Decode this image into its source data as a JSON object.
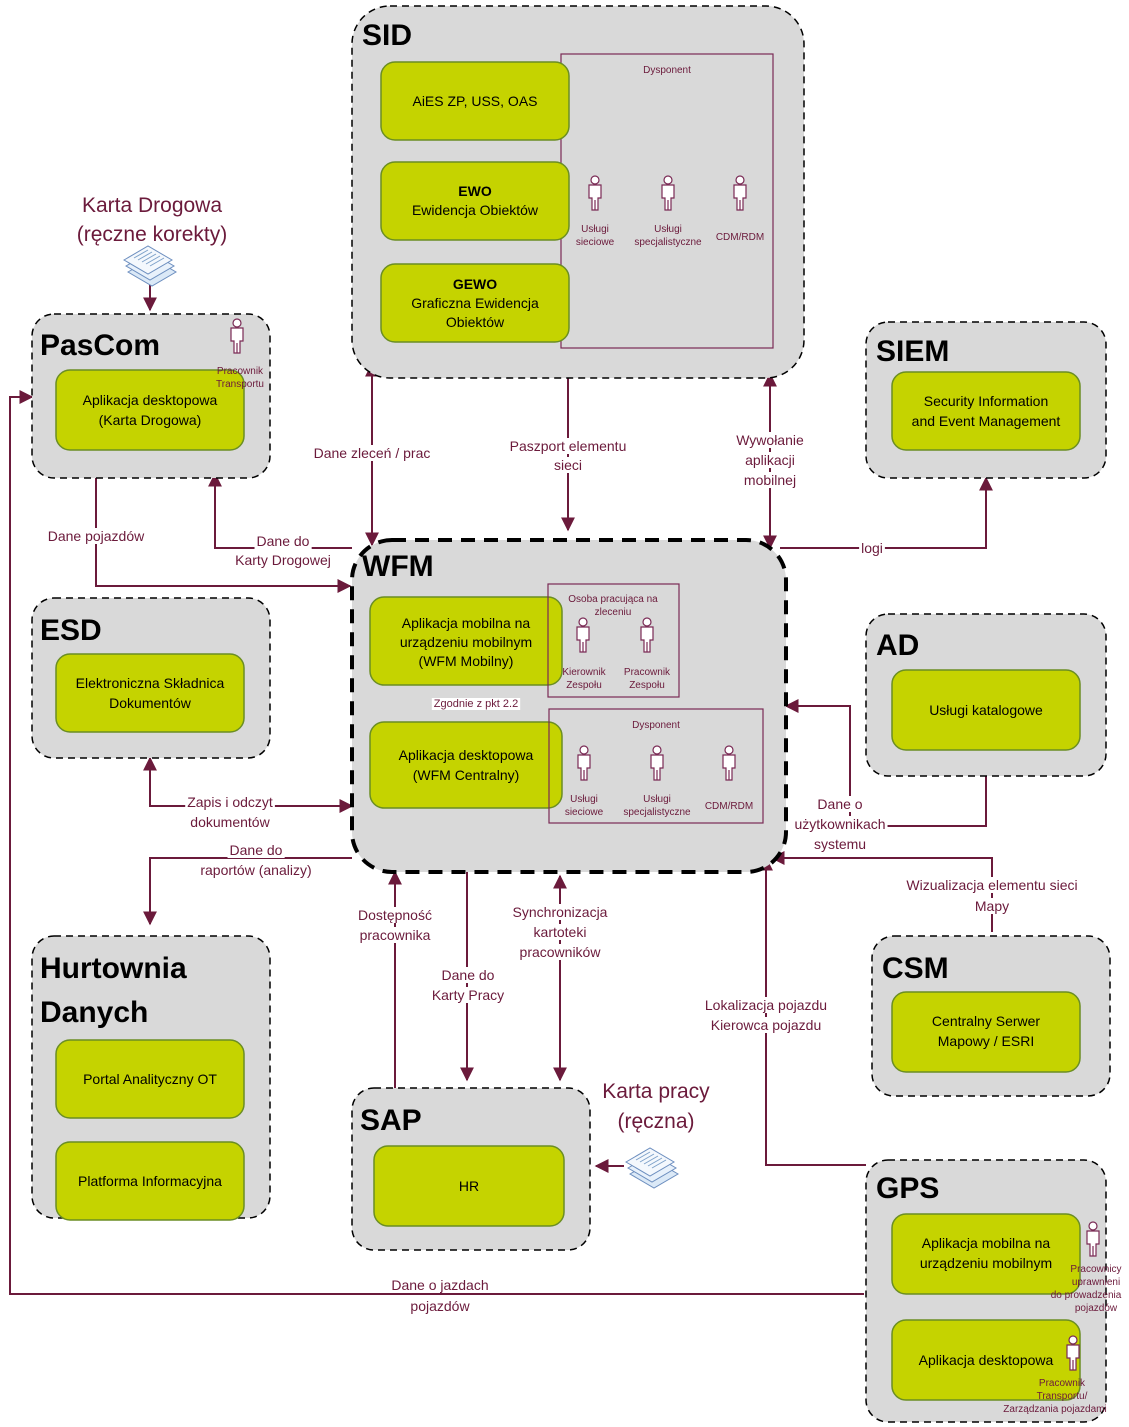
{
  "systems": {
    "sid": "SID",
    "pascom": "PasCom",
    "siem": "SIEM",
    "wfm": "WFM",
    "esd": "ESD",
    "ad": "AD",
    "hurtownia_line1": "Hurtownia",
    "hurtownia_line2": "Danych",
    "csm": "CSM",
    "sap": "SAP",
    "gps": "GPS"
  },
  "components": {
    "sid_aies": "AiES ZP, USS, OAS",
    "sid_ewo_bold": "EWO",
    "sid_ewo": "Ewidencja Obiektów",
    "sid_gewo_bold": "GEWO",
    "sid_gewo_l1": "Graficzna Ewidencja",
    "sid_gewo_l2": "Obiektów",
    "pascom_app_l1": "Aplikacja desktopowa",
    "pascom_app_l2": "(Karta Drogowa)",
    "siem_l1": "Security Information",
    "siem_l2": "and Event Management",
    "wfm_mobile_l1": "Aplikacja mobilna na",
    "wfm_mobile_l2": "urządzeniu mobilnym",
    "wfm_mobile_l3": "(WFM Mobilny)",
    "wfm_desktop_l1": "Aplikacja desktopowa",
    "wfm_desktop_l2": "(WFM Centralny)",
    "esd_l1": "Elektroniczna Składnica",
    "esd_l2": "Dokumentów",
    "ad_comp": "Usługi katalogowe",
    "hd_portal": "Portal Analityczny OT",
    "hd_platforma": "Platforma Informacyjna",
    "csm_l1": "Centralny Serwer",
    "csm_l2": "Mapowy / ESRI",
    "sap_hr": "HR",
    "gps_mobile_l1": "Aplikacja mobilna na",
    "gps_mobile_l2": "urządzeniu mobilnym",
    "gps_desktop": "Aplikacja desktopowa"
  },
  "roles": {
    "sid_frame": "Dysponent",
    "sid_r1_l1": "Usługi",
    "sid_r1_l2": "sieciowe",
    "sid_r2_l1": "Usługi",
    "sid_r2_l2": "specjalistyczne",
    "sid_r3": "CDM/RDM",
    "pascom_r_l1": "Pracownik",
    "pascom_r_l2": "Transportu",
    "wfm_top_frame_l1": "Osoba pracująca na",
    "wfm_top_frame_l2": "zleceniu",
    "wfm_r1_l1": "Kierownik",
    "wfm_r1_l2": "Zespołu",
    "wfm_r2_l1": "Pracownik",
    "wfm_r2_l2": "Zespołu",
    "wfm_bottom_frame": "Dysponent",
    "wfm_r3_l1": "Usługi",
    "wfm_r3_l2": "sieciowe",
    "wfm_r4_l1": "Usługi",
    "wfm_r4_l2": "specjalistyczne",
    "wfm_r5": "CDM/RDM",
    "gps_r1_l1": "Pracownicy",
    "gps_r1_l2": "uprawnieni",
    "gps_r1_l3": "do prowadzenia",
    "gps_r1_l4": "pojazdów",
    "gps_r2_l1": "Pracownik",
    "gps_r2_l2": "Transportu/",
    "gps_r2_l3": "Zarządzania pojazdami"
  },
  "documents": {
    "karta_drogowa_l1": "Karta Drogowa",
    "karta_drogowa_l2": "(ręczne korekty)",
    "karta_pracy_l1": "Karta pracy",
    "karta_pracy_l2": "(ręczna)"
  },
  "flows": {
    "dane_zlecen": "Dane zleceń / prac",
    "paszport_l1": "Paszport elementu",
    "paszport_l2": "sieci",
    "wywolanie_l1": "Wywołanie",
    "wywolanie_l2": "aplikacji",
    "wywolanie_l3": "mobilnej",
    "dane_pojazdow": "Dane pojazdów",
    "dane_do_karty_drogowej_l1": "Dane do",
    "dane_do_karty_drogowej_l2": "Karty Drogowej",
    "logi": "logi",
    "zgodnie": "Zgodnie z pkt 2.2",
    "zapis_l1": "Zapis i odczyt",
    "zapis_l2": "dokumentów",
    "dane_uzytkownikach_l1": "Dane o",
    "dane_uzytkownikach_l2": "użytkownikach",
    "dane_uzytkownikach_l3": "systemu",
    "dane_raportow_l1": "Dane do",
    "dane_raportow_l2": "raportów (analizy)",
    "dostepnosc_l1": "Dostępność",
    "dostepnosc_l2": "pracownika",
    "synchronizacja_l1": "Synchronizacja",
    "synchronizacja_l2": "kartoteki",
    "synchronizacja_l3": "pracowników",
    "dane_karty_pracy_l1": "Dane do",
    "dane_karty_pracy_l2": "Karty Pracy",
    "wizualizacja_l1": "Wizualizacja elementu sieci",
    "wizualizacja_l2": "Mapy",
    "lokalizacja_l1": "Lokalizacja pojazdu",
    "lokalizacja_l2": "Kierowca pojazdu",
    "dane_jazdach_l1": "Dane o jazdach",
    "dane_jazdach_l2": "pojazdów"
  },
  "colors": {
    "system_fill": "#d9d9d9",
    "component_fill": "#c5d300",
    "flow_color": "#6b1a3b"
  }
}
